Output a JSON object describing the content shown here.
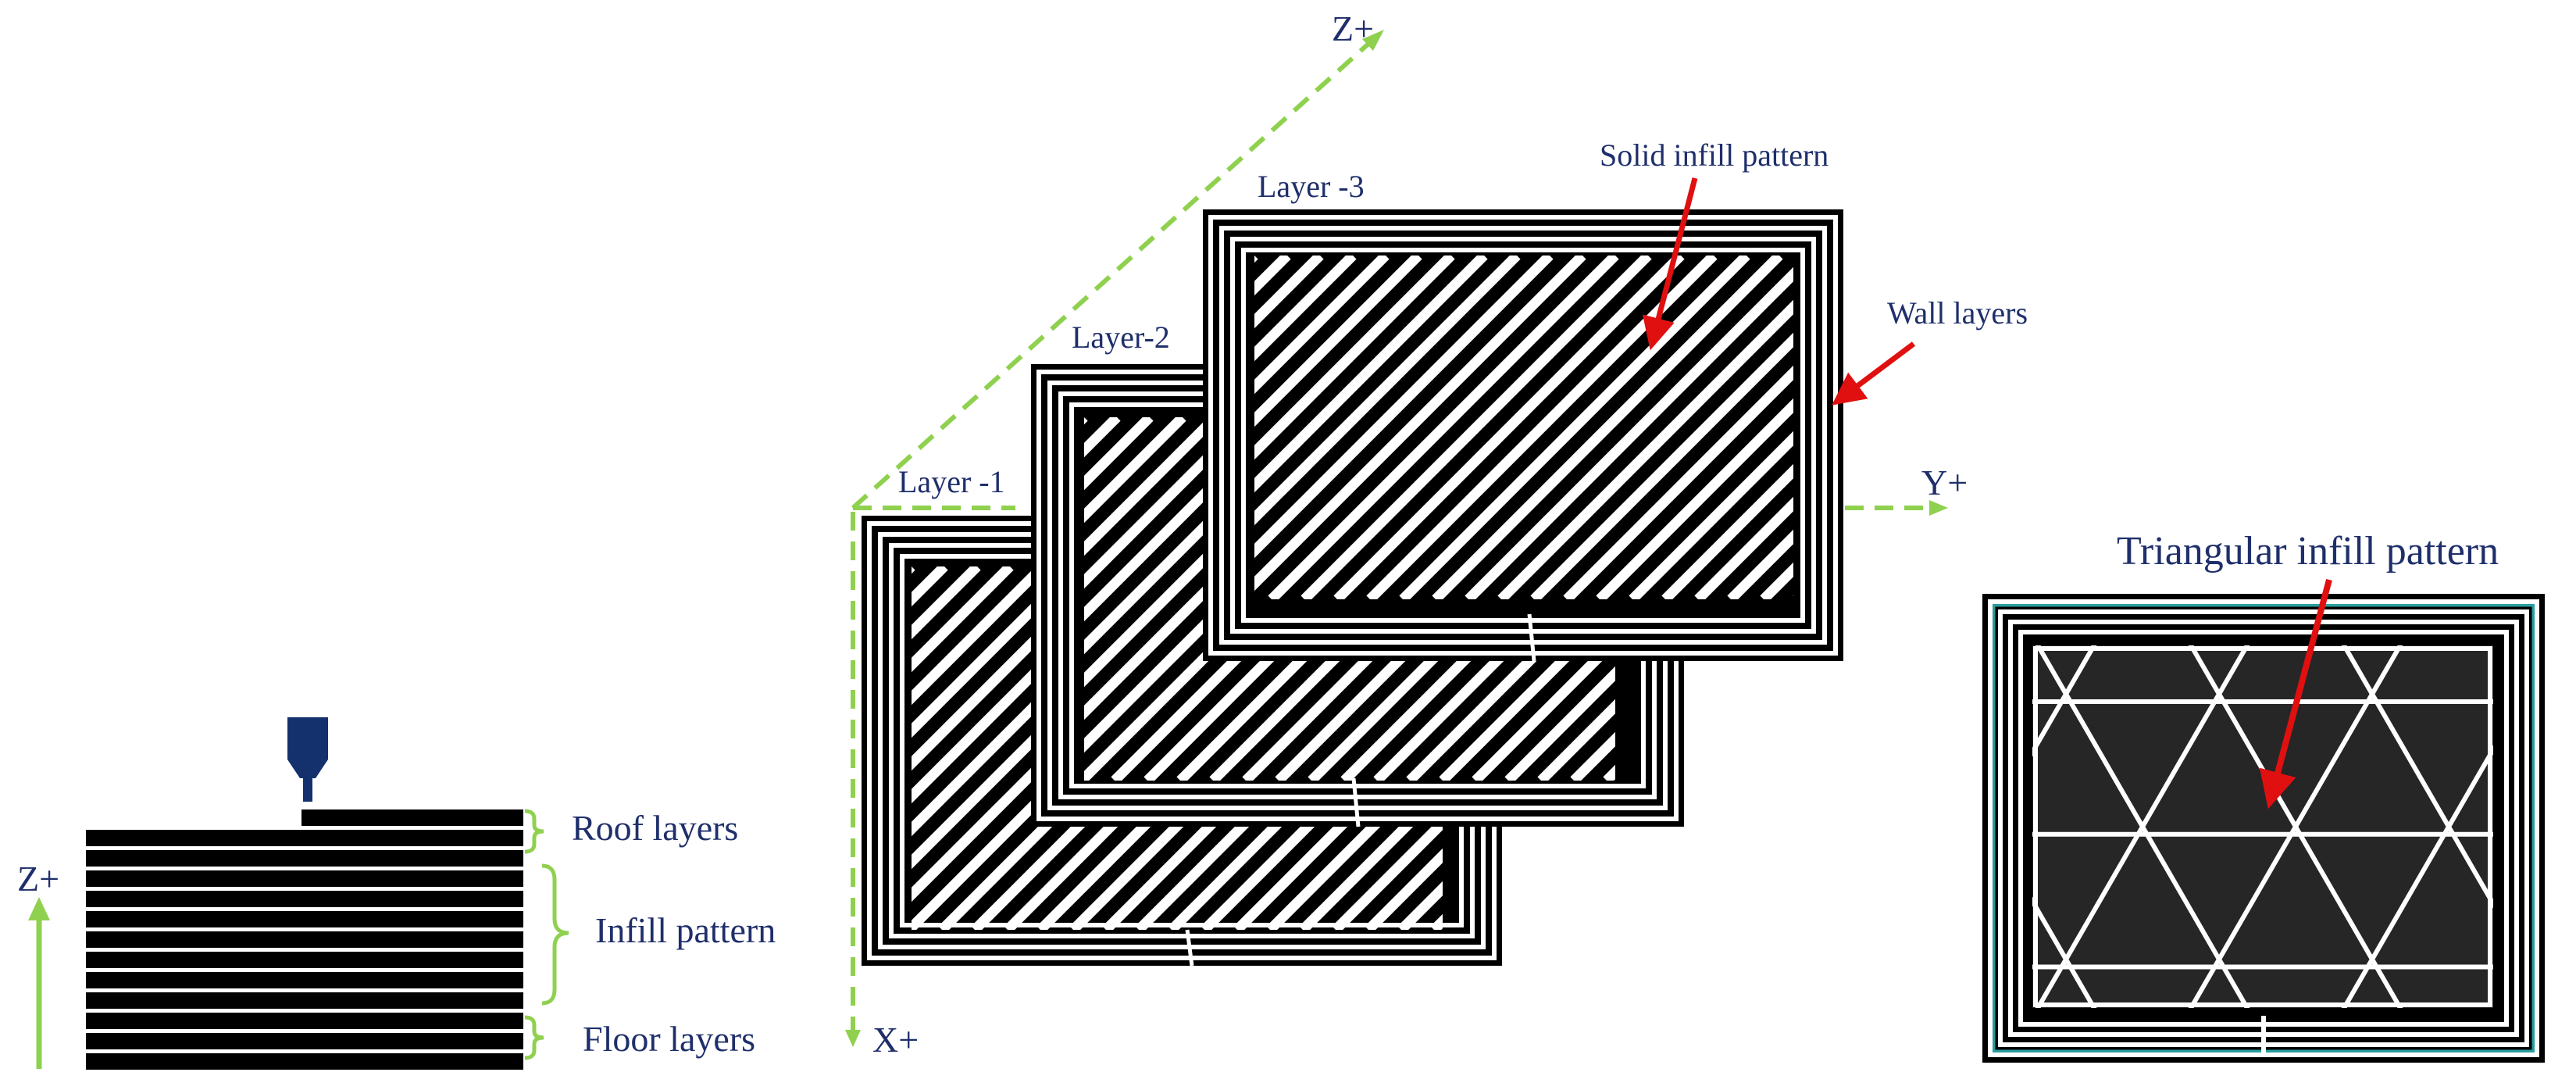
{
  "colors": {
    "axis_green": "#8fd14f",
    "label_navy": "#1f2f6b",
    "arrow_red": "#e01010",
    "bracket_green": "#8fd14f",
    "nozzle_navy": "#14316e",
    "teal_outline": "#2a9d9d"
  },
  "side_view": {
    "axis_label": "Z+",
    "roof_label": "Roof layers",
    "infill_label": "Infill pattern",
    "floor_label": "Floor layers",
    "nozzle_icon": "print-nozzle-icon"
  },
  "layers_view": {
    "axis_z": "Z+",
    "axis_y": "Y+",
    "axis_x": "X+",
    "layer1": "Layer -1",
    "layer2": "Layer-2",
    "layer3": "Layer -3",
    "solid_infill": "Solid infill pattern",
    "wall_layers": "Wall layers"
  },
  "triangular_view": {
    "label": "Triangular infill pattern"
  }
}
